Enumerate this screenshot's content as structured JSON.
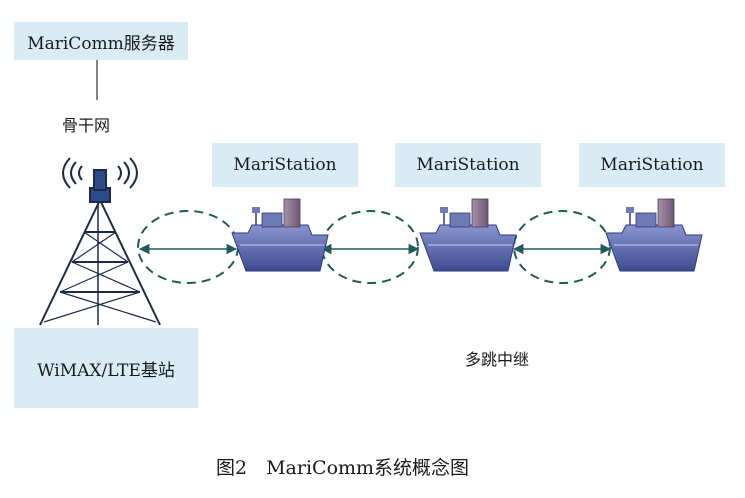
{
  "server": {
    "label": "MariComm服务器"
  },
  "backbone": {
    "label": "骨干网"
  },
  "base_station": {
    "label": "WiMAX/LTE基站"
  },
  "stations": [
    {
      "label": "MariStation"
    },
    {
      "label": "MariStation"
    },
    {
      "label": "MariStation"
    }
  ],
  "relay": {
    "label": "多跳中继"
  },
  "caption": {
    "label": "图2　MariComm系统概念图"
  },
  "colors": {
    "box_fill": "#d9ecf5",
    "link": "#1f5c5a",
    "ship": "#5a67a8",
    "tower": "#1c2a4a"
  }
}
